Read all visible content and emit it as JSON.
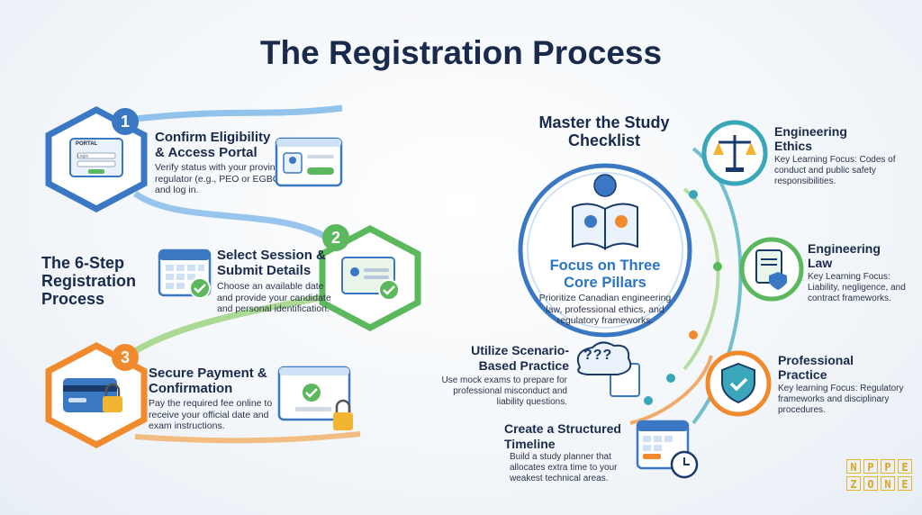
{
  "page": {
    "title": "The Registration Process"
  },
  "left": {
    "heading": "The 6-Step Registration Process",
    "steps": [
      {
        "number": "1",
        "title": "Confirm Eligibility & Access Portal",
        "desc": "Verify status with your provincial regulator (e.g., PEO or EGBC) and log in.",
        "portal_label": "PORTAL",
        "login_label": "Login",
        "color": "#3a78c4"
      },
      {
        "number": "2",
        "title": "Select Session & Submit Details",
        "desc": "Choose an available date and provide your candidate and personal identification.",
        "color": "#5cb85c"
      },
      {
        "number": "3",
        "title": "Secure Payment & Confirmation",
        "desc": "Pay the required fee online to receive your official date and exam instructions.",
        "color": "#f08a2c"
      }
    ]
  },
  "right": {
    "heading": "Master the Study Checklist",
    "center": {
      "title": "Focus on Three Core Pillars",
      "desc": "Prioritize Canadian engineering law, professional ethics, and regulatory frameworks."
    },
    "pillars": [
      {
        "title": "Engineering Ethics",
        "desc": "Key Learning Focus: Codes of conduct and public safety responsibilities."
      },
      {
        "title": "Engineering Law",
        "desc": "Key Learning Focus: Liability, negligence, and contract frameworks."
      },
      {
        "title": "Professional Practice",
        "desc": "Key learning Focus: Regulatory frameworks and disciplinary procedures."
      }
    ],
    "tips": [
      {
        "title": "Utilize Scenario-Based Practice",
        "desc": "Use mock exams to prepare for professional misconduct and liability questions.",
        "bubble": "???"
      },
      {
        "title": "Create a Structured Timeline",
        "desc": "Build a study planner that allocates extra time to your weakest technical areas."
      }
    ]
  },
  "brand": {
    "letters": [
      "N",
      "P",
      "P",
      "E",
      "Z",
      "O",
      "N",
      "E"
    ]
  },
  "colors": {
    "blue": "#3a78c4",
    "green": "#5cb85c",
    "orange": "#f08a2c",
    "teal": "#3aa6b9",
    "navy": "#1a2a4c",
    "gold": "#e2b52c"
  }
}
